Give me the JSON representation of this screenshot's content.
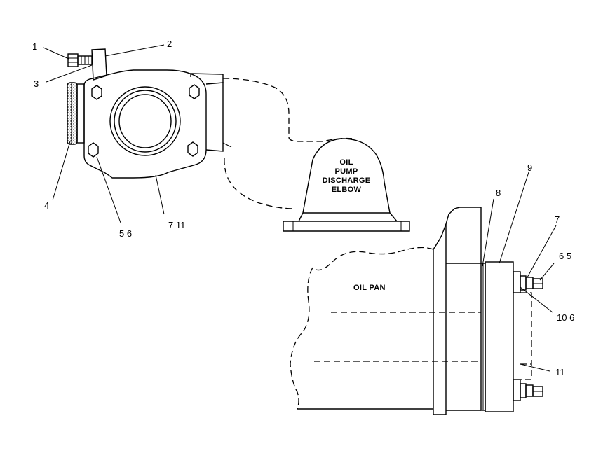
{
  "callouts": {
    "c1": "1",
    "c2": "2",
    "c3": "3",
    "c4": "4",
    "c5_6": "5 6",
    "c7_11": "7 11",
    "c9": "9",
    "c8": "8",
    "c7": "7",
    "c6_5": "6 5",
    "c10_6": "10 6",
    "c11": "11"
  },
  "labels": {
    "elbow": [
      "OIL",
      "PUMP",
      "DISCHARGE",
      "ELBOW"
    ],
    "oil_pan": "OIL PAN"
  }
}
